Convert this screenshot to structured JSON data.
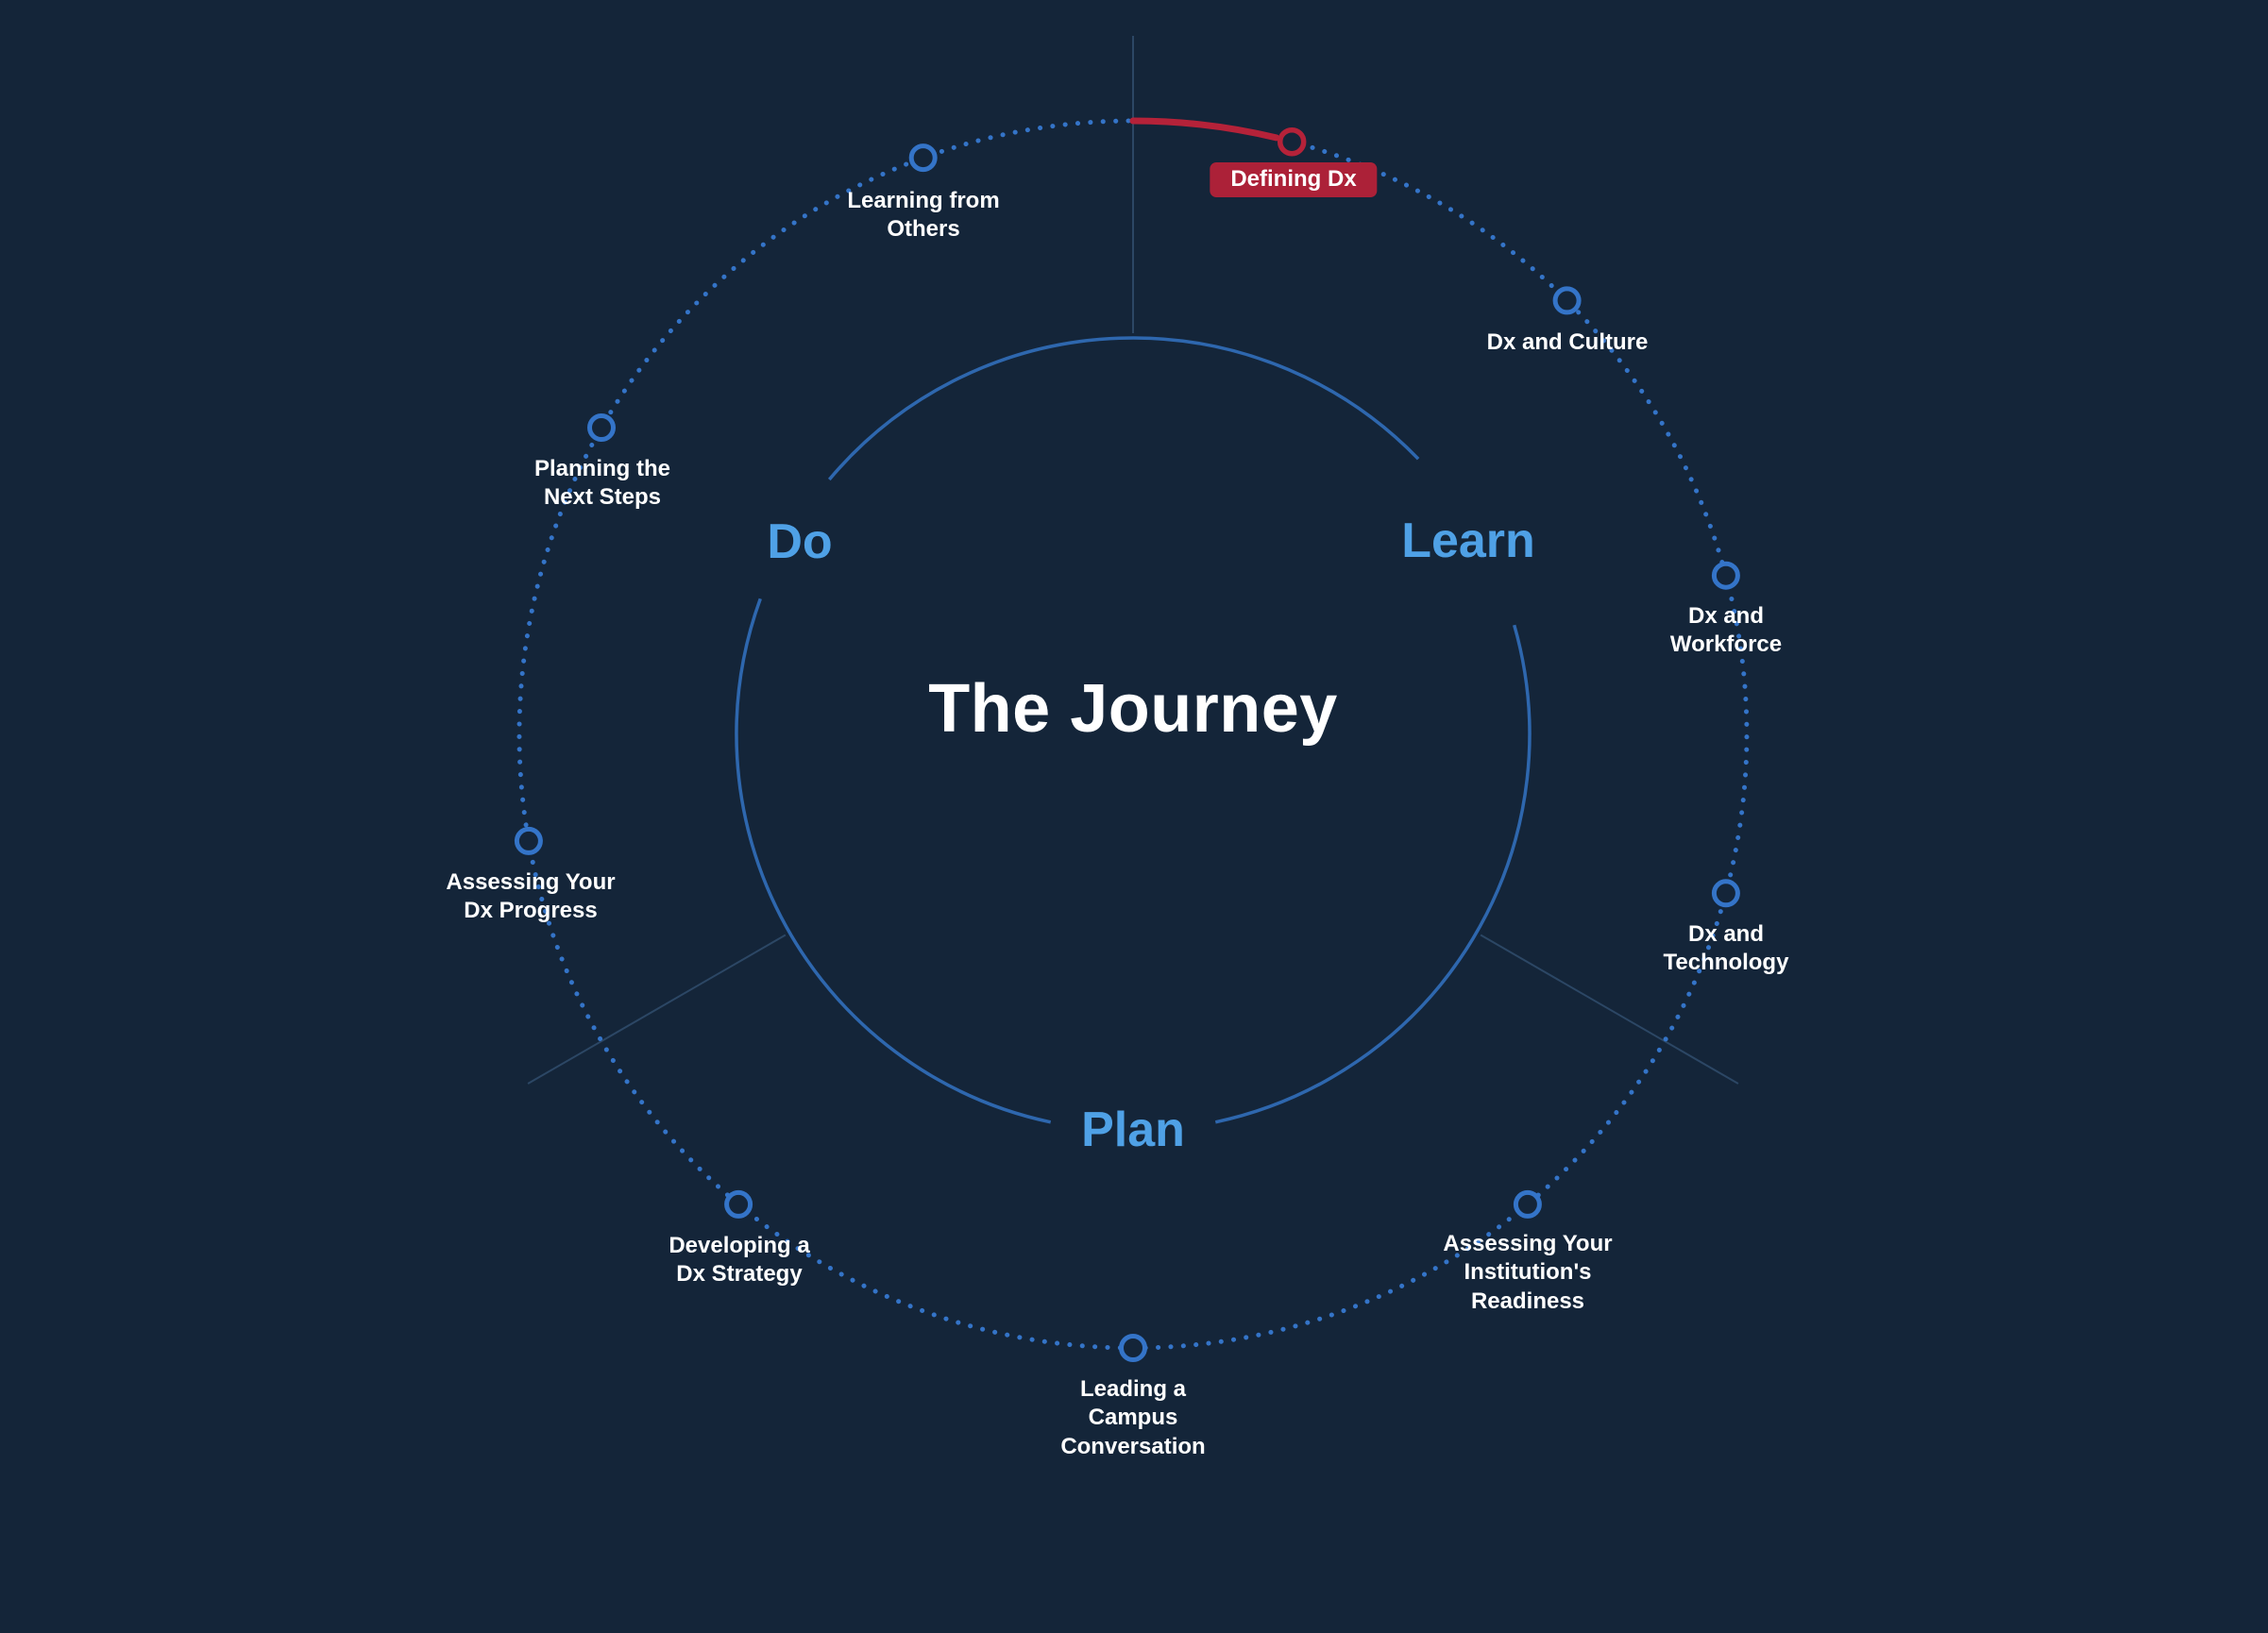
{
  "title": "The Journey",
  "sections": [
    {
      "label": "Learn"
    },
    {
      "label": "Plan"
    },
    {
      "label": "Do"
    }
  ],
  "steps": [
    {
      "label": "Defining Dx",
      "state": "active",
      "section": "Learn"
    },
    {
      "label": "Dx and Culture",
      "state": "default",
      "section": "Learn"
    },
    {
      "label": "Dx and Workforce",
      "state": "default",
      "section": "Learn"
    },
    {
      "label": "Dx and Technology",
      "state": "default",
      "section": "Learn"
    },
    {
      "label": "Assessing Your Institution's Readiness",
      "state": "default",
      "section": "Plan"
    },
    {
      "label": "Leading a Campus Conversation",
      "state": "default",
      "section": "Plan"
    },
    {
      "label": "Developing a Dx Strategy",
      "state": "default",
      "section": "Plan"
    },
    {
      "label": "Assessing Your Dx Progress",
      "state": "default",
      "section": "Do"
    },
    {
      "label": "Planning the Next Steps",
      "state": "default",
      "section": "Do"
    },
    {
      "label": "Learning from Others",
      "state": "default",
      "section": "Do"
    }
  ],
  "colors": {
    "background": "#142539",
    "node_blue": "#3474C8",
    "inner_circle_blue": "#2E67AE",
    "section_label_blue": "#4FA1E6",
    "active_red": "#B52239",
    "badge_red": "#AC2138",
    "label_white": "#FFFFFF",
    "divider_line": "#2C4765"
  }
}
